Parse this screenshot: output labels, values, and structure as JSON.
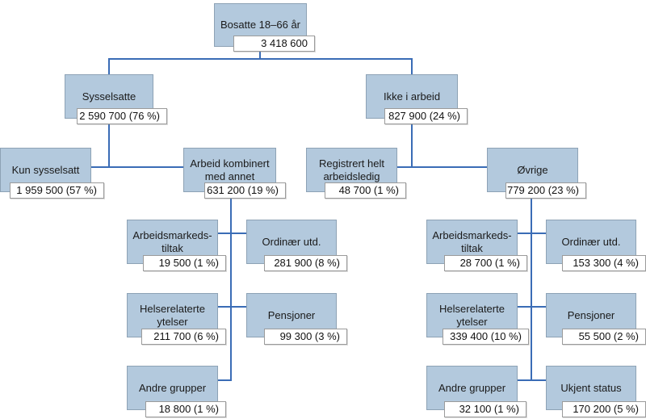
{
  "diagram": {
    "root": {
      "label": "Bosatte 18–66 år",
      "value": "3 418 600"
    },
    "sysselsatte": {
      "label": "Sysselsatte",
      "value": "2 590 700 (76 %)"
    },
    "ikke_i_arbeid": {
      "label": "Ikke i arbeid",
      "value": "827 900 (24 %)"
    },
    "kun_sysselsatt": {
      "label": "Kun sysselsatt",
      "value": "1 959 500 (57 %)"
    },
    "arbeid_kombinert": {
      "label": "Arbeid kombinert med annet",
      "value": "631 200 (19 %)"
    },
    "registrert_ledig": {
      "label": "Registrert helt arbeidsledig",
      "value": "48 700 (1 %)"
    },
    "ovrige": {
      "label": "Øvrige",
      "value": "779 200 (23 %)"
    },
    "left_group": {
      "arbeidsmarkedstiltak": {
        "label": "Arbeidsmarkeds-tiltak",
        "value": "19 500 (1 %)"
      },
      "ordinaer_utd": {
        "label": "Ordinær utd.",
        "value": "281 900 (8 %)"
      },
      "helserelaterte": {
        "label": "Helserelaterte ytelser",
        "value": "211 700 (6 %)"
      },
      "pensjoner": {
        "label": "Pensjoner",
        "value": "99 300 (3 %)"
      },
      "andre_grupper": {
        "label": "Andre grupper",
        "value": "18 800 (1 %)"
      }
    },
    "right_group": {
      "arbeidsmarkedstiltak": {
        "label": "Arbeidsmarkeds-tiltak",
        "value": "28 700 (1 %)"
      },
      "ordinaer_utd": {
        "label": "Ordinær utd.",
        "value": "153 300 (4 %)"
      },
      "helserelaterte": {
        "label": "Helserelaterte ytelser",
        "value": "339 400 (10 %)"
      },
      "pensjoner": {
        "label": "Pensjoner",
        "value": "55 500 (2 %)"
      },
      "andre_grupper": {
        "label": "Andre grupper",
        "value": "32 100 (1 %)"
      },
      "ukjent_status": {
        "label": "Ukjent status",
        "value": "170 200 (5 %)"
      }
    },
    "colors": {
      "box_fill": "#b3c9dd",
      "box_border": "#8da2b5",
      "connector_line": "#3a6cb6",
      "value_border": "#9b9b9b"
    }
  }
}
